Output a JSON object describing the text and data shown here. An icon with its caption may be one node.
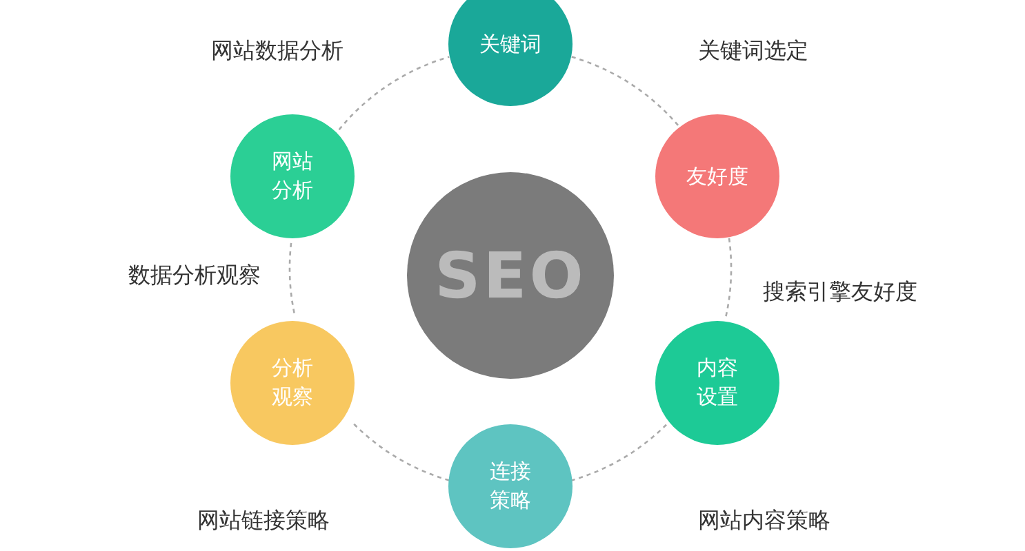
{
  "diagram": {
    "nodes": [
      {
        "text": [
          "SEO"
        ]
      },
      {
        "text": [
          "关键词"
        ]
      },
      {
        "text": [
          "友好度"
        ]
      },
      {
        "text": [
          "内容设置"
        ]
      },
      {
        "text": [
          "连接策略"
        ]
      },
      {
        "text": [
          "分析观察"
        ]
      },
      {
        "text": [
          "网站分析"
        ]
      }
    ],
    "edges": [
      {
        "from": 1,
        "to": 2,
        "arrow": "none",
        "style": "dashed"
      },
      {
        "from": 2,
        "to": 3,
        "arrow": "none",
        "style": "dashed"
      },
      {
        "from": 3,
        "to": 4,
        "arrow": "none",
        "style": "dashed"
      },
      {
        "from": 4,
        "to": 5,
        "arrow": "none",
        "style": "dashed"
      },
      {
        "from": 5,
        "to": 6,
        "arrow": "none",
        "style": "dashed"
      },
      {
        "from": 6,
        "to": 1,
        "arrow": "none",
        "style": "dashed"
      }
    ],
    "labels": [
      "网站数据分析",
      "关键词选定",
      "数据分析观察",
      "搜索引擎友好度",
      "网站链接策略",
      "网站内容策略"
    ]
  }
}
